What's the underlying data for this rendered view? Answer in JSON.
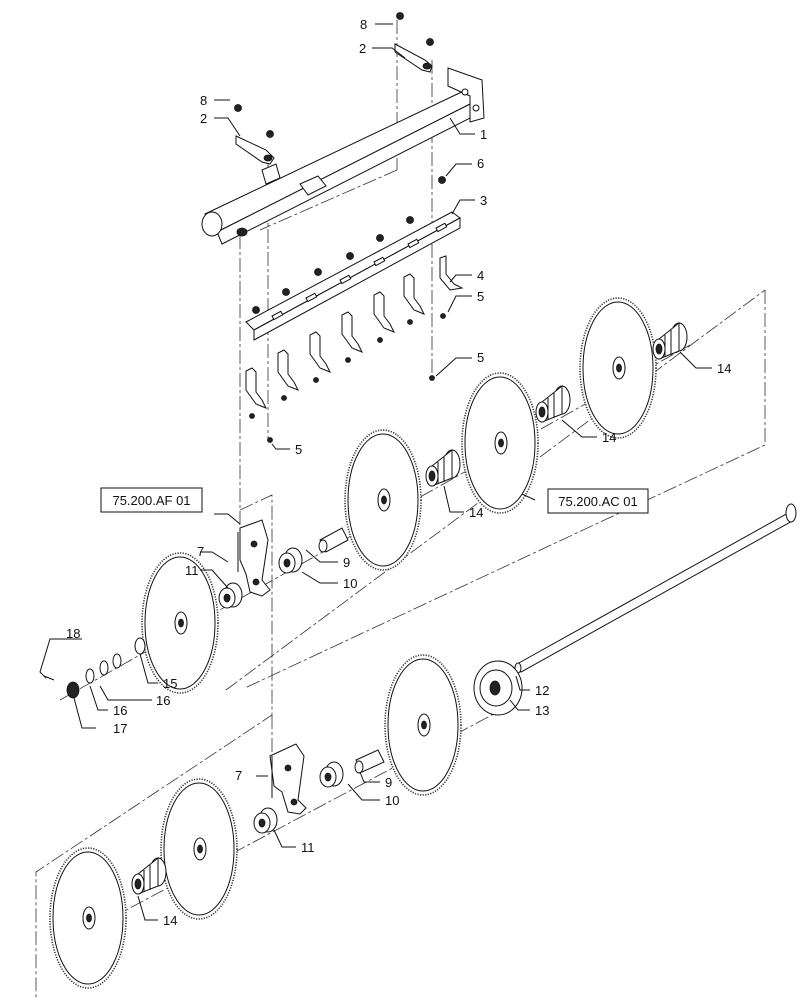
{
  "callouts": {
    "c1": "1",
    "c2a": "2",
    "c2b": "2",
    "c3": "3",
    "c4": "4",
    "c5a": "5",
    "c5b": "5",
    "c5c": "5",
    "c6": "6",
    "c7a": "7",
    "c7b": "7",
    "c8a": "8",
    "c8b": "8",
    "c9a": "9",
    "c9b": "9",
    "c10a": "10",
    "c10b": "10",
    "c11a": "11",
    "c11b": "11",
    "c12": "12",
    "c13": "13",
    "c14a": "14",
    "c14b": "14",
    "c14c": "14",
    "c14d": "14",
    "c15": "15",
    "c16a": "16",
    "c16b": "16",
    "c17": "17",
    "c18": "18"
  },
  "references": {
    "ref_af": "75.200.AF 01",
    "ref_ac": "75.200.AC 01"
  }
}
